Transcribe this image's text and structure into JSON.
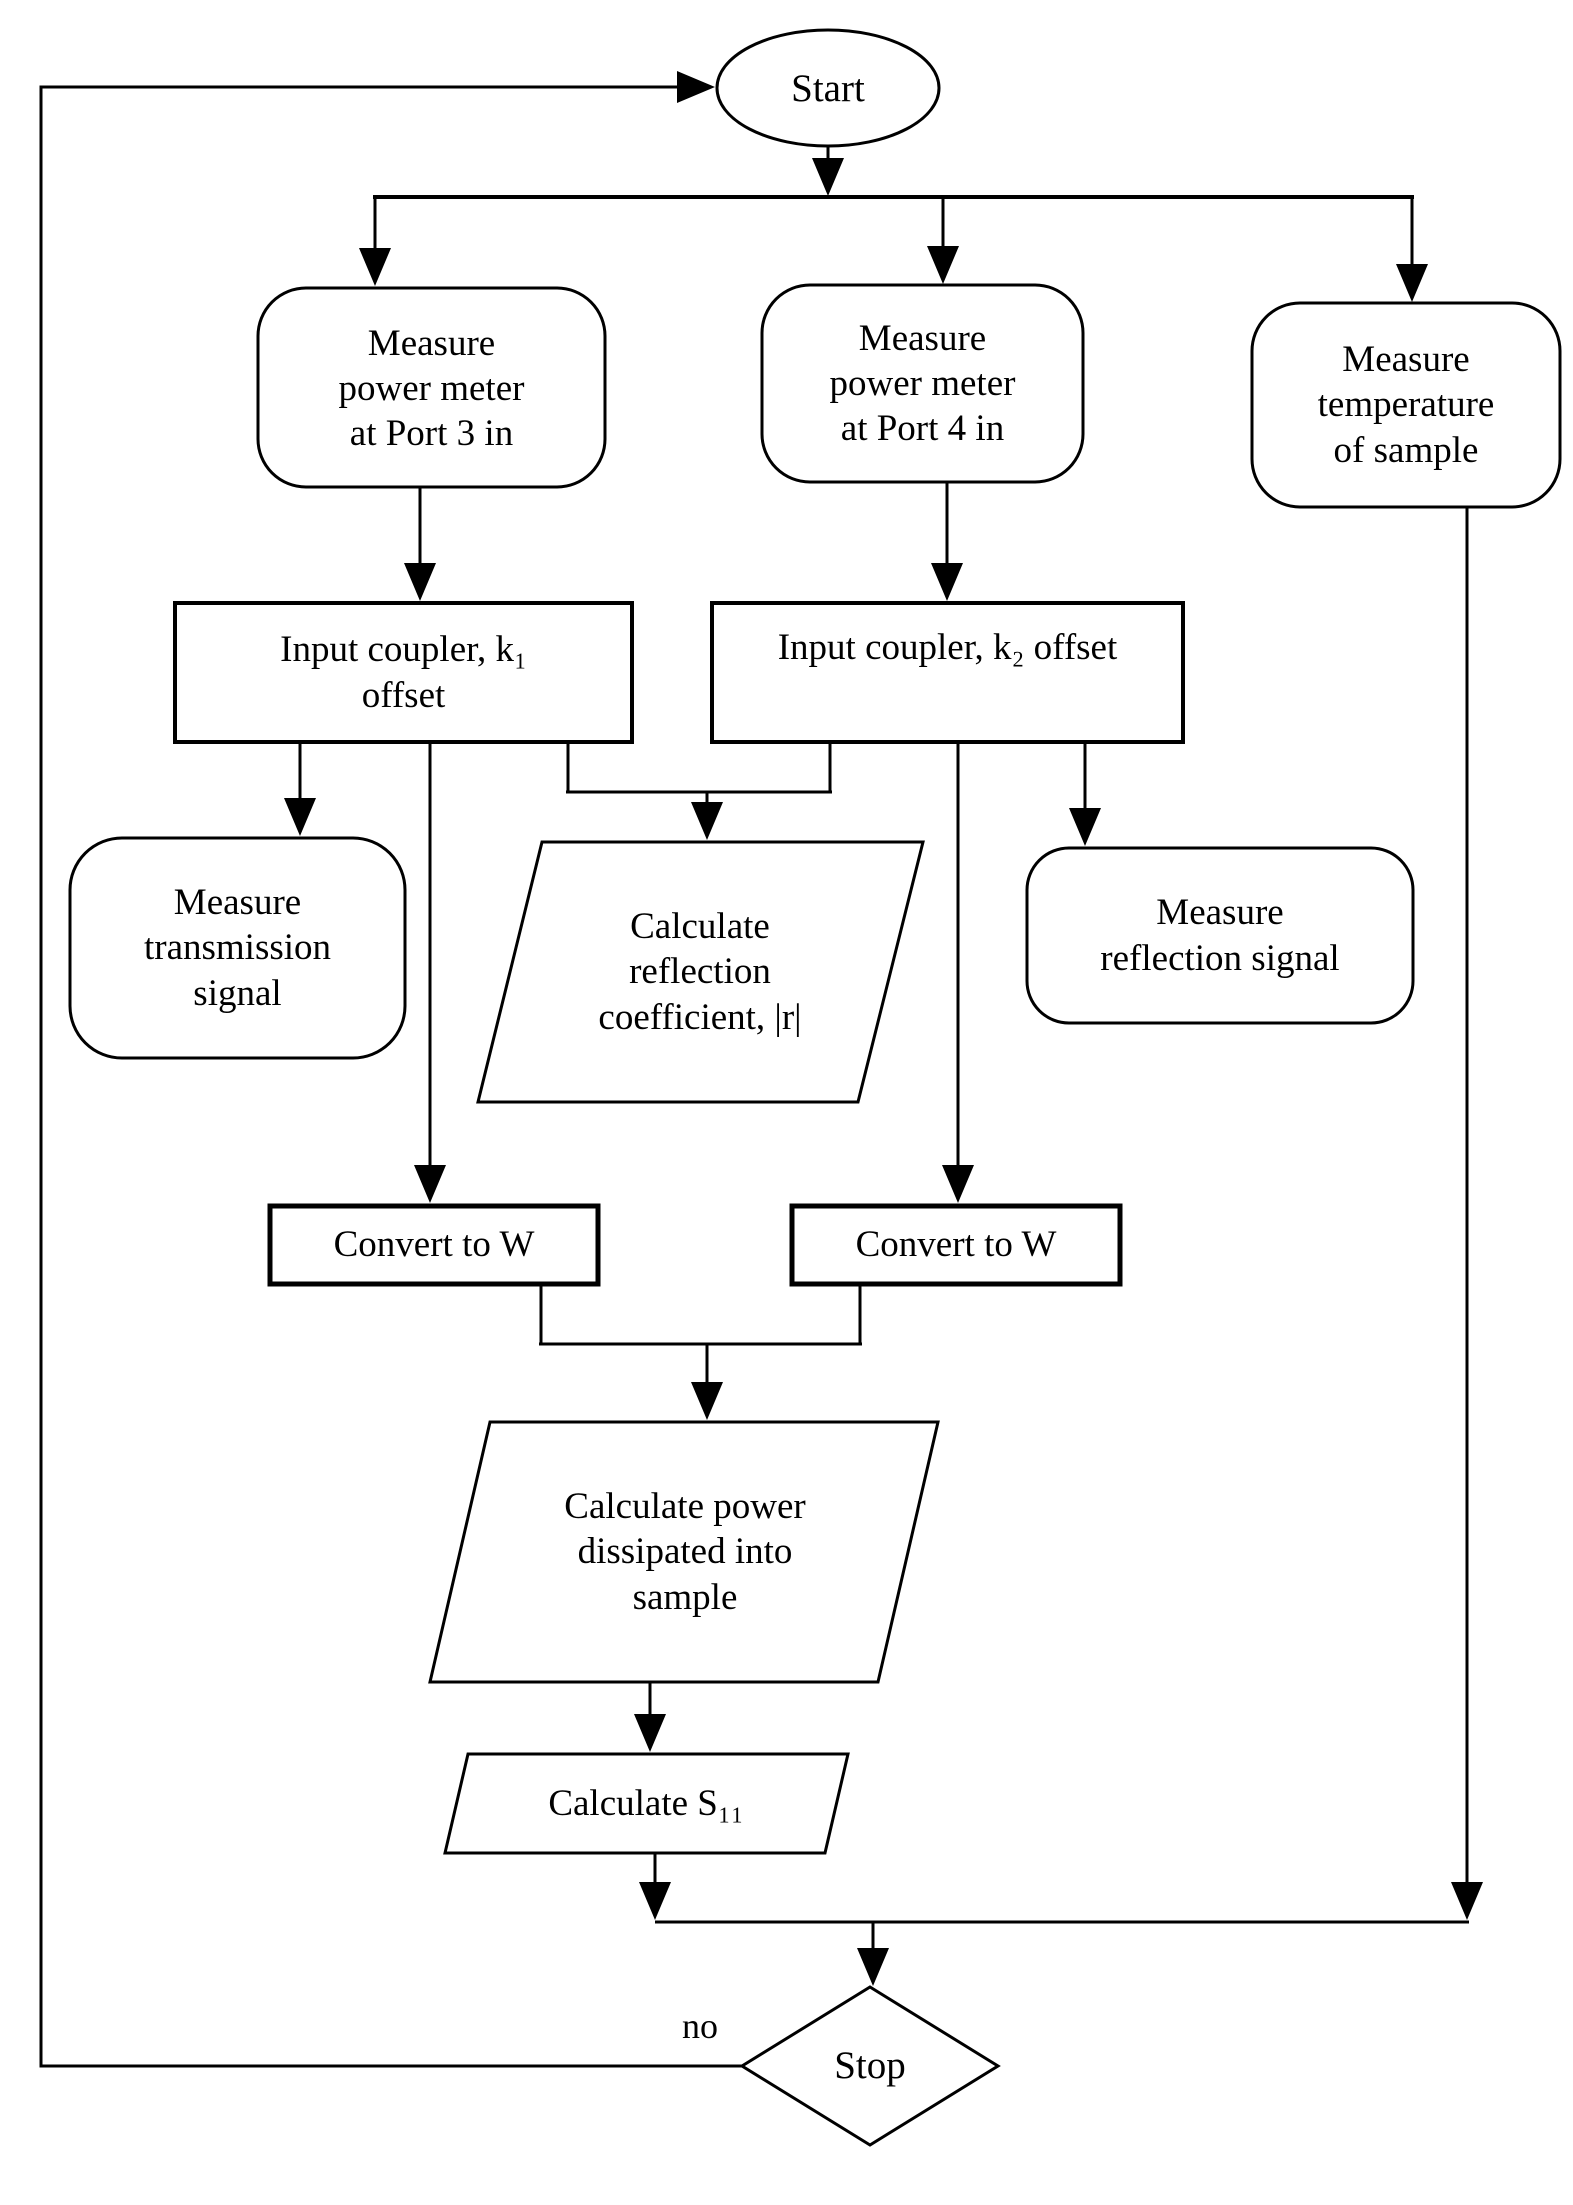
{
  "diagram": {
    "type": "flowchart",
    "colors": {
      "stroke": "#000000",
      "background": "#ffffff",
      "text": "#000000"
    },
    "nodes": {
      "start": {
        "shape": "ellipse",
        "label": "Start"
      },
      "measure_port3": {
        "shape": "rounded-rectangle",
        "label": "Measure\npower meter\nat Port 3 in"
      },
      "measure_port4": {
        "shape": "rounded-rectangle",
        "label": "Measure\npower meter\nat Port 4 in"
      },
      "measure_temperature": {
        "shape": "rounded-rectangle",
        "label": "Measure\ntemperature\nof sample"
      },
      "input_coupler_k1": {
        "shape": "rectangle",
        "label": "Input coupler, k₁\noffset"
      },
      "input_coupler_k2": {
        "shape": "rectangle",
        "label": "Input coupler, k₂ offset"
      },
      "measure_transmission": {
        "shape": "rounded-rectangle",
        "label": "Measure\ntransmission\nsignal"
      },
      "calc_reflection": {
        "shape": "parallelogram",
        "label": "Calculate\nreflection\ncoefficient, |r|"
      },
      "measure_reflection": {
        "shape": "rounded-rectangle",
        "label": "Measure\nreflection signal"
      },
      "convert_w_left": {
        "shape": "rectangle",
        "label": "Convert to W"
      },
      "convert_w_right": {
        "shape": "rectangle",
        "label": "Convert to W"
      },
      "calc_power": {
        "shape": "parallelogram",
        "label": "Calculate power\ndissipated into\nsample"
      },
      "calc_s11": {
        "shape": "parallelogram",
        "label": "Calculate S₁₁"
      },
      "stop": {
        "shape": "diamond",
        "label": "Stop"
      }
    },
    "edge_labels": {
      "no_branch": "no"
    }
  }
}
